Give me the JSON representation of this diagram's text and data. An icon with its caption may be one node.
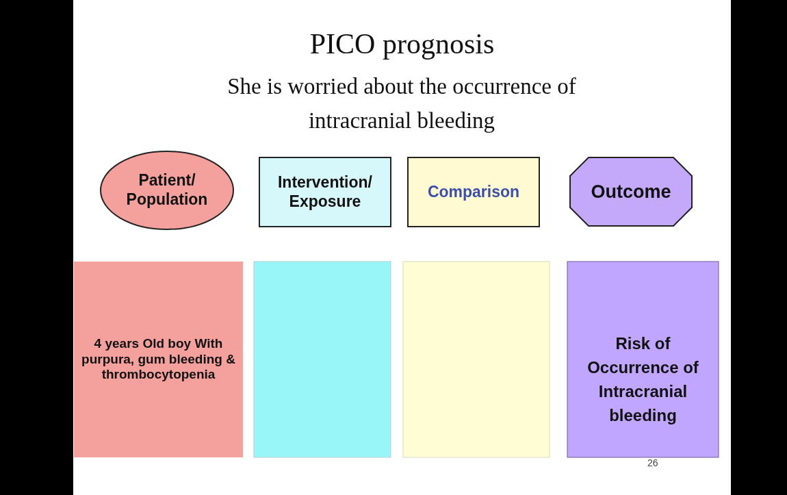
{
  "diagram": {
    "title": "PICO prognosis",
    "caption": "She is worried about the occurrence of intracranial bleeding",
    "nodes": [
      {
        "text": [
          "Patient/ Population"
        ]
      },
      {
        "text": [
          "Intervention/ Exposure"
        ]
      },
      {
        "text": [
          "Comparison"
        ]
      },
      {
        "text": [
          "Outcome"
        ]
      },
      {
        "text": [
          "4 years Old boy With purpura, gum bleeding & thrombocytopenia"
        ]
      },
      {
        "text": [],
        "shape": "box"
      },
      {
        "text": [],
        "shape": "box"
      },
      {
        "text": [
          "Risk of Occurrence of Intracranial bleeding"
        ]
      }
    ],
    "edges": [],
    "labels": [
      "26"
    ]
  }
}
